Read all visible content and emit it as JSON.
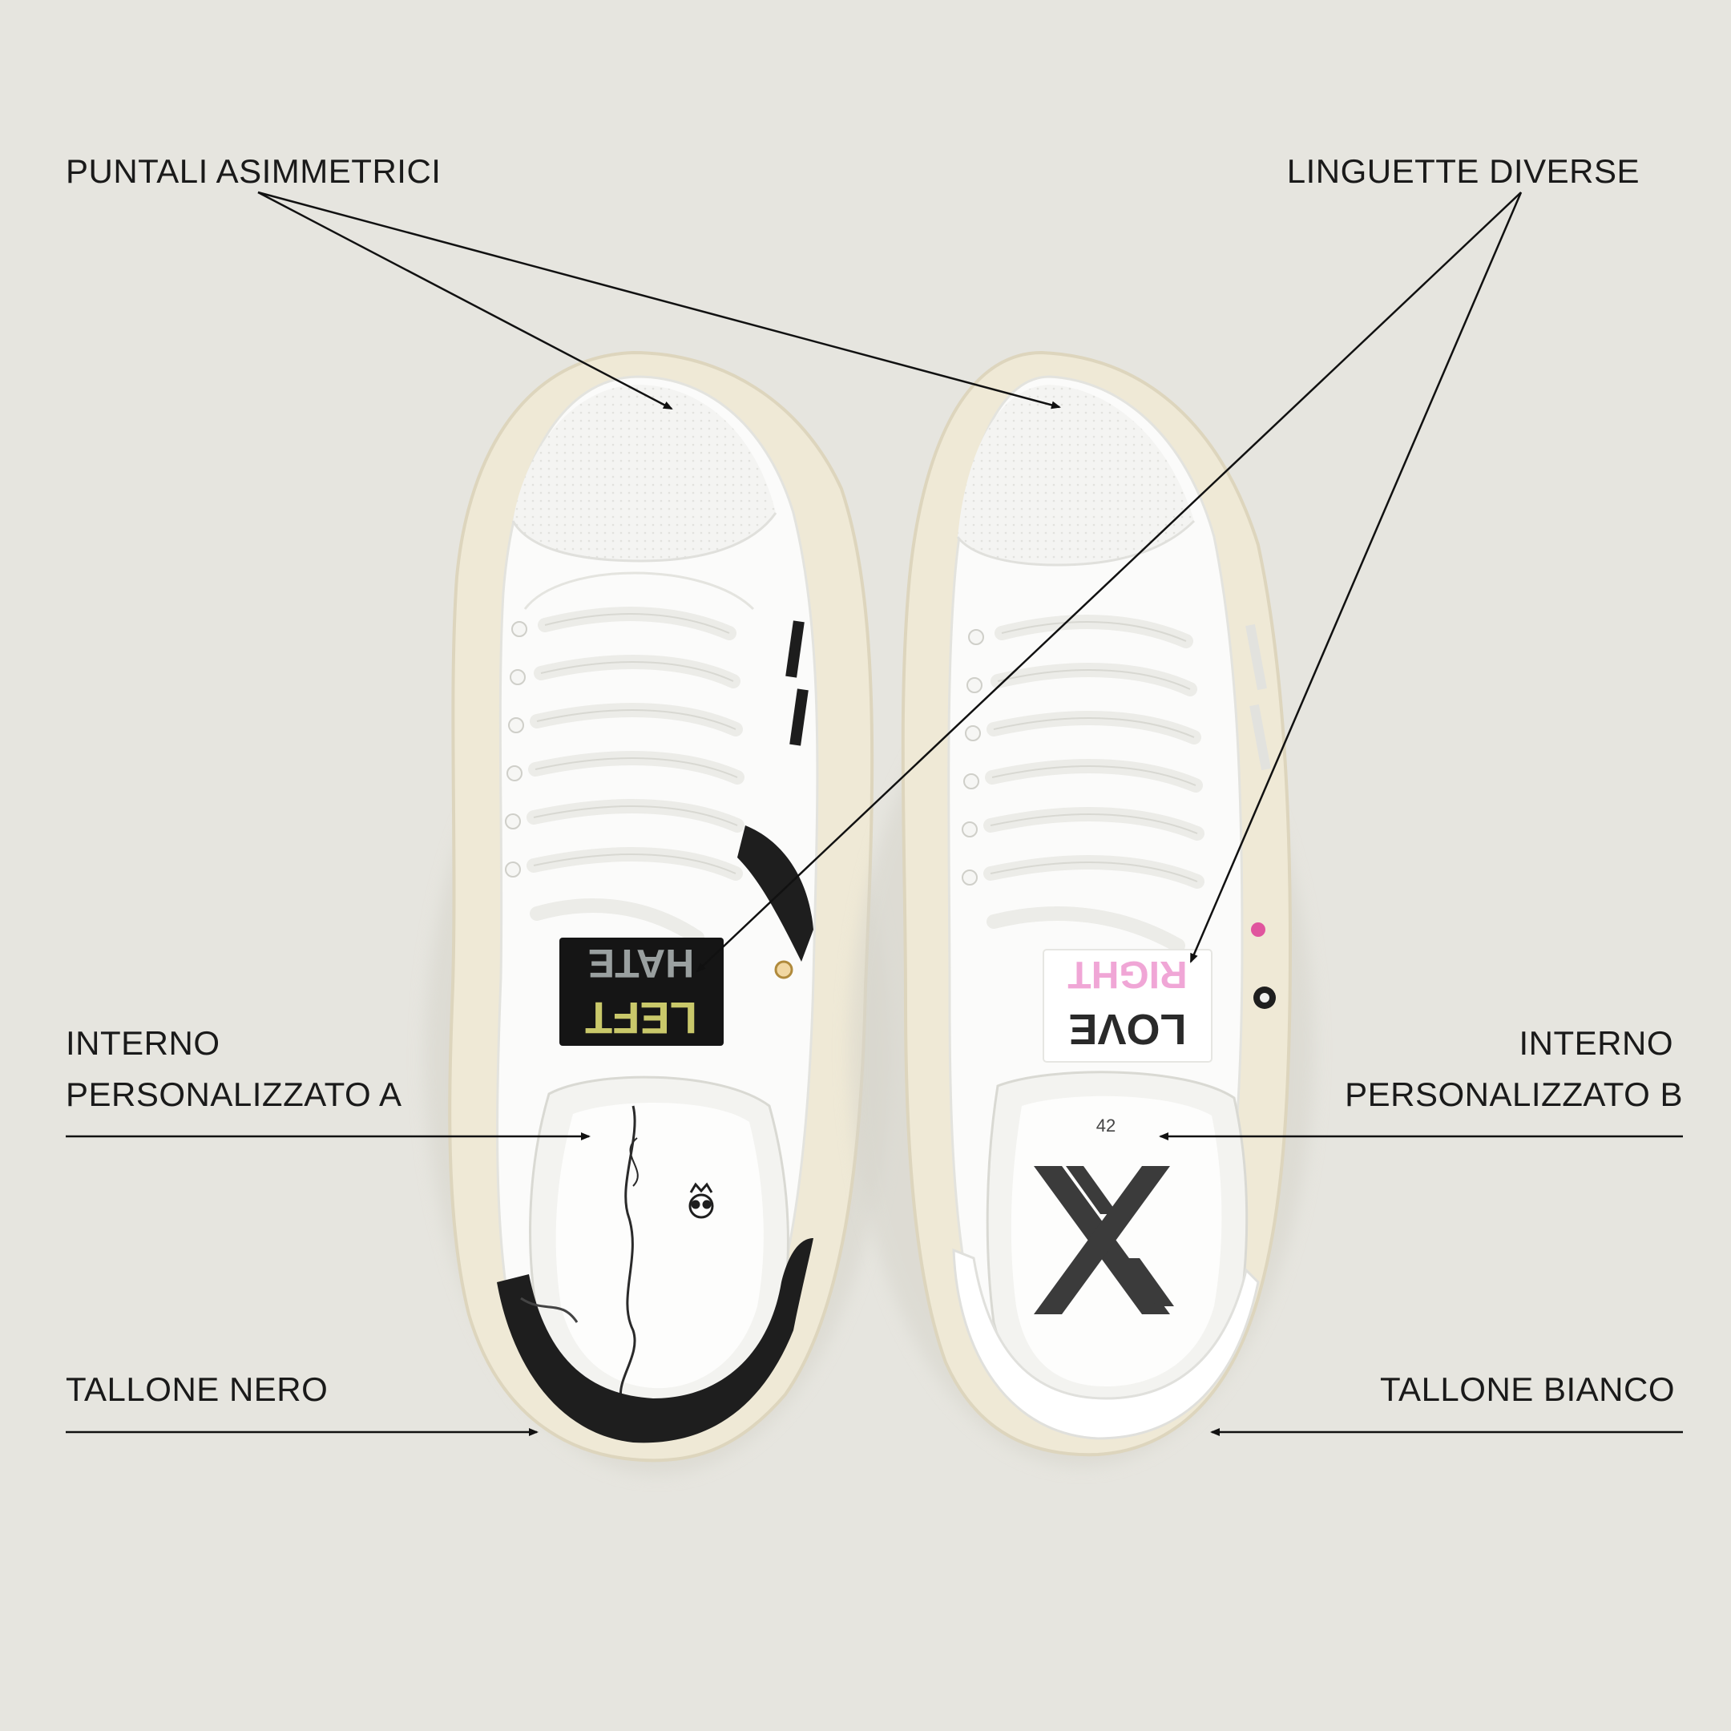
{
  "labels": {
    "toe_caps": "PUNTALI ASIMMETRICI",
    "tongues": "LINGUETTE DIVERSE",
    "interior_a_line1": "INTERNO",
    "interior_a_line2": "PERSONALIZZATO A",
    "interior_b_line1": "INTERNO",
    "interior_b_line2": "PERSONALIZZATO B",
    "heel_black": "TALLONE NERO",
    "heel_white": "TALLONE BIANCO"
  },
  "left_shoe": {
    "tongue_text_top": "HATE",
    "tongue_text_bottom": "LEFT"
  },
  "right_shoe": {
    "tongue_text_top": "RIGHT",
    "tongue_text_bottom": "LOVE",
    "insole_size": "42"
  },
  "colors": {
    "background": "#e6e5df",
    "sole": "#efe9d6",
    "upper": "#fbfbfa",
    "heel_black": "#1e1e1e",
    "tongue_label_black": "#151515",
    "hate_text": "#9aa0a0",
    "left_text": "#c9c86a",
    "right_text": "#f0a6d6",
    "love_text": "#2a2a2a",
    "pink_eyelet": "#e0559e",
    "lines": "#111111"
  }
}
